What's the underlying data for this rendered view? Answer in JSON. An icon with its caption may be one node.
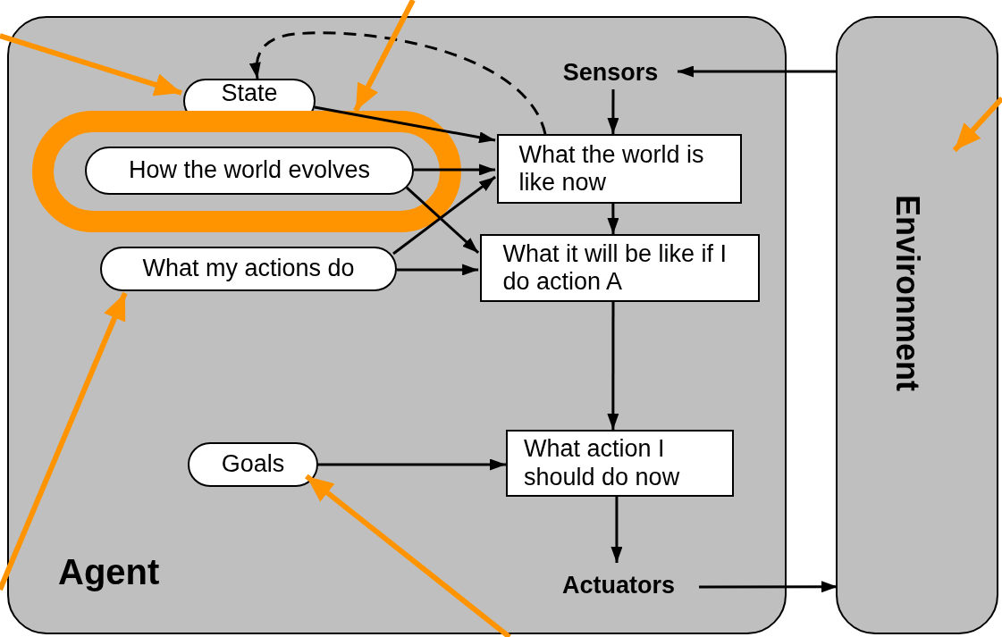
{
  "diagram": {
    "nodes": [
      {
        "text": [
          "Agent"
        ]
      },
      {
        "text": [
          "Sensors"
        ],
        "in": 0
      },
      {
        "text": [
          "State"
        ],
        "in": 0
      },
      {
        "text": [],
        "shape": "box",
        "in": 0
      },
      {
        "text": [
          "How the world evolves"
        ],
        "in": 3
      },
      {
        "text": [
          "What my actions do"
        ],
        "in": 0
      },
      {
        "text": [
          "What the world is like now"
        ],
        "in": 0
      },
      {
        "text": [
          "What it will be like if I do action A"
        ],
        "in": 0
      },
      {
        "text": [
          "Goals"
        ],
        "in": 0
      },
      {
        "text": [
          "What action I should do now"
        ],
        "in": 0
      },
      {
        "text": [
          "Actuators"
        ],
        "in": 0
      },
      {
        "text": [
          "Environment"
        ]
      }
    ],
    "edges": [
      {
        "from": 11,
        "to": 1,
        "arrow": "to"
      },
      {
        "from": 1,
        "to": 6,
        "arrow": "to"
      },
      {
        "from": 6,
        "to": 2,
        "arrow": "to",
        "style": "dashed"
      },
      {
        "from": 2,
        "to": 6,
        "arrow": "to"
      },
      {
        "from": 4,
        "to": 6,
        "arrow": "to"
      },
      {
        "from": 4,
        "to": 7,
        "arrow": "to"
      },
      {
        "from": 5,
        "to": 6,
        "arrow": "to"
      },
      {
        "from": 5,
        "to": 7,
        "arrow": "to"
      },
      {
        "from": 6,
        "to": 7,
        "arrow": "to"
      },
      {
        "from": 7,
        "to": 9,
        "arrow": "to"
      },
      {
        "from": 8,
        "to": 9,
        "arrow": "to"
      },
      {
        "from": 9,
        "to": 10,
        "arrow": "to"
      },
      {
        "from": 10,
        "to": 11,
        "arrow": "to"
      },
      {
        "from": null,
        "to": 2,
        "arrow": "to",
        "style": "thick",
        "color": "#ff9400"
      },
      {
        "from": null,
        "to": 3,
        "arrow": "to",
        "style": "thick",
        "color": "#ff9400"
      },
      {
        "from": null,
        "to": 5,
        "arrow": "to",
        "style": "thick",
        "color": "#ff9400"
      },
      {
        "from": null,
        "to": 8,
        "arrow": "to",
        "style": "thick",
        "color": "#ff9400"
      },
      {
        "from": null,
        "to": 11,
        "arrow": "to",
        "style": "thick",
        "color": "#ff9400"
      }
    ]
  }
}
